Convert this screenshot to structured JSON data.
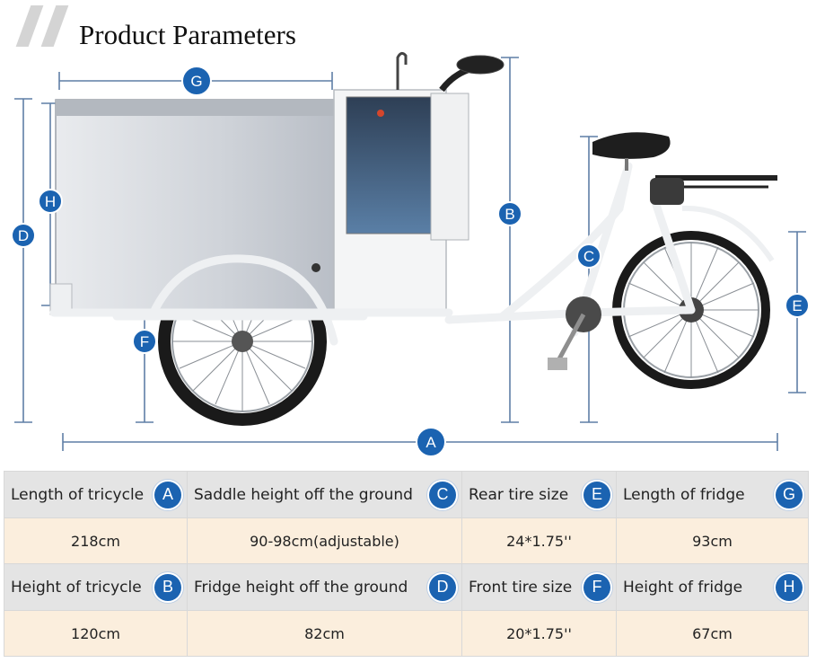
{
  "title": "Product Parameters",
  "dimension_letters": [
    "A",
    "B",
    "C",
    "D",
    "E",
    "F",
    "G",
    "H"
  ],
  "colors": {
    "accent": "#1b63b1",
    "header_row": "#e4e4e4",
    "value_row": "#fbeedd"
  },
  "table": {
    "row1": [
      {
        "label": "Length of  tricycle",
        "letter": "A",
        "value": "218cm"
      },
      {
        "label": "Saddle height off the ground",
        "letter": "C",
        "value": "90-98cm(adjustable)"
      },
      {
        "label": "Rear tire size",
        "letter": "E",
        "value": "24*1.75''"
      },
      {
        "label": "Length of fridge",
        "letter": "G",
        "value": "93cm"
      }
    ],
    "row2": [
      {
        "label": "Height of  tricycle",
        "letter": "B",
        "value": "120cm"
      },
      {
        "label": "Fridge height off the ground",
        "letter": "D",
        "value": "82cm"
      },
      {
        "label": "Front tire size",
        "letter": "F",
        "value": "20*1.75''"
      },
      {
        "label": "Height of fridge",
        "letter": "H",
        "value": "67cm"
      }
    ]
  }
}
